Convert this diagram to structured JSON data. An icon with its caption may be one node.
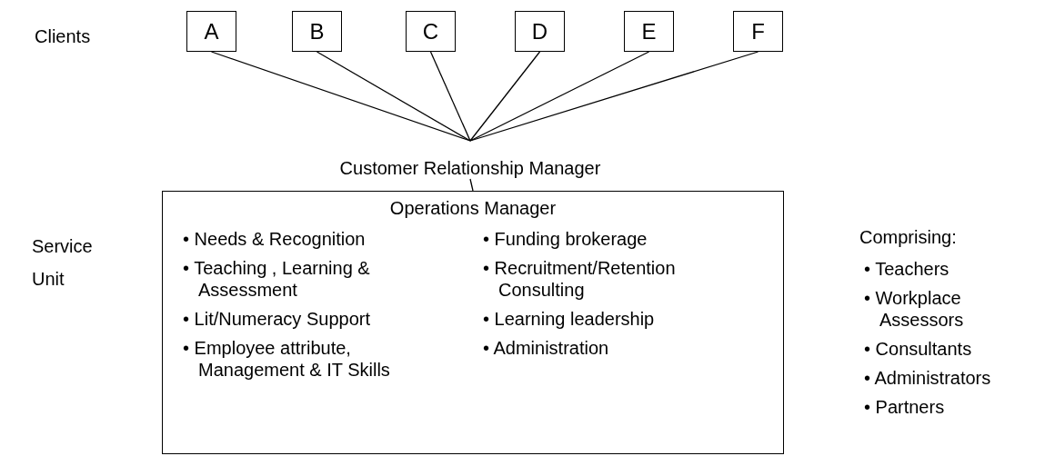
{
  "diagram": {
    "nodes": [
      {
        "text": [
          "A"
        ]
      },
      {
        "text": [
          "B"
        ]
      },
      {
        "text": [
          "C"
        ]
      },
      {
        "text": [
          "D"
        ]
      },
      {
        "text": [
          "E"
        ]
      },
      {
        "text": [
          "F"
        ]
      },
      {
        "text": [
          "Customer Relationship Manager"
        ]
      },
      {
        "text": [
          "Operations Manager",
          "• Needs & Recognition",
          "• Teaching , Learning & Assessment",
          "• Lit/Numeracy Support",
          "• Employee attribute, Management & IT Skills",
          "• Funding brokerage",
          "• Recruitment/Retention Consulting",
          "• Learning leadership",
          "• Administration"
        ]
      }
    ],
    "edges": [
      {
        "from": 0,
        "to": 6,
        "arrow": "none"
      },
      {
        "from": 1,
        "to": 6,
        "arrow": "none"
      },
      {
        "from": 2,
        "to": 6,
        "arrow": "none"
      },
      {
        "from": 3,
        "to": 6,
        "arrow": "none"
      },
      {
        "from": 4,
        "to": 6,
        "arrow": "none"
      },
      {
        "from": 5,
        "to": 6,
        "arrow": "none"
      },
      {
        "from": 6,
        "to": 7,
        "arrow": "none"
      }
    ],
    "labels": [
      "Clients",
      "Service Unit",
      "Comprising:",
      "• Teachers",
      "• Workplace Assessors",
      "• Consultants",
      "• Administrators",
      "• Partners"
    ]
  }
}
